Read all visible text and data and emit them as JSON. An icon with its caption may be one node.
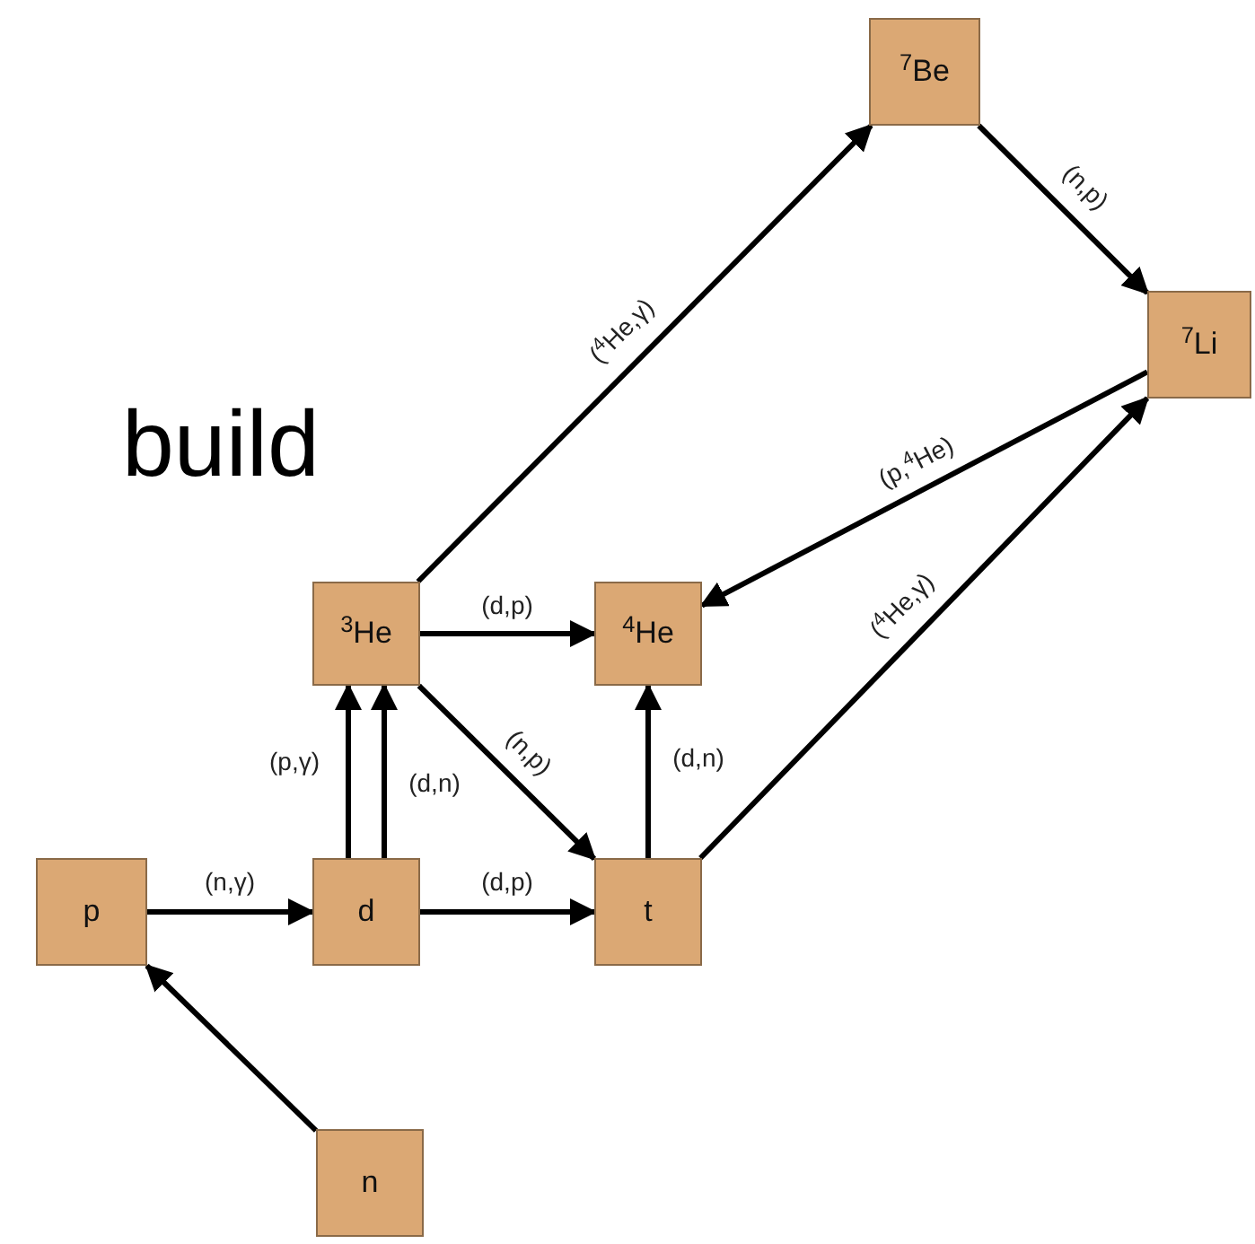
{
  "diagram": {
    "nodes": [
      {
        "text": [
          "$^{7}$Be"
        ]
      },
      {
        "text": [
          "$^{7}$Li"
        ]
      },
      {
        "text": [
          "$^{3}$He"
        ]
      },
      {
        "text": [
          "$^{4}$He"
        ]
      },
      {
        "text": [
          "p"
        ]
      },
      {
        "text": [
          "d"
        ]
      },
      {
        "text": [
          "t"
        ]
      },
      {
        "text": [
          "n"
        ]
      }
    ],
    "edges": [
      {
        "from": 2,
        "to": 0,
        "arrow": "to",
        "label": "($^{4}$He,γ)"
      },
      {
        "from": 0,
        "to": 1,
        "arrow": "to",
        "label": "(n,p)"
      },
      {
        "from": 1,
        "to": 3,
        "arrow": "to",
        "label": "(p,$^{4}$He)"
      },
      {
        "from": 2,
        "to": 3,
        "arrow": "to",
        "label": "(d,p)"
      },
      {
        "from": 2,
        "to": 6,
        "arrow": "to",
        "label": "(n,p)"
      },
      {
        "from": 6,
        "to": 3,
        "arrow": "to",
        "label": "(d,n)"
      },
      {
        "from": 6,
        "to": 1,
        "arrow": "to",
        "label": "($^{4}$He,γ)"
      },
      {
        "from": 5,
        "to": 2,
        "arrow": "to",
        "label": "(p,γ)"
      },
      {
        "from": 5,
        "to": 2,
        "arrow": "to",
        "label": "(d,n)"
      },
      {
        "from": 4,
        "to": 5,
        "arrow": "to",
        "label": "(n,γ)"
      },
      {
        "from": 5,
        "to": 6,
        "arrow": "to",
        "label": "(d,p)"
      },
      {
        "from": 7,
        "to": 4,
        "arrow": "to"
      }
    ],
    "labels": [
      "build"
    ]
  }
}
